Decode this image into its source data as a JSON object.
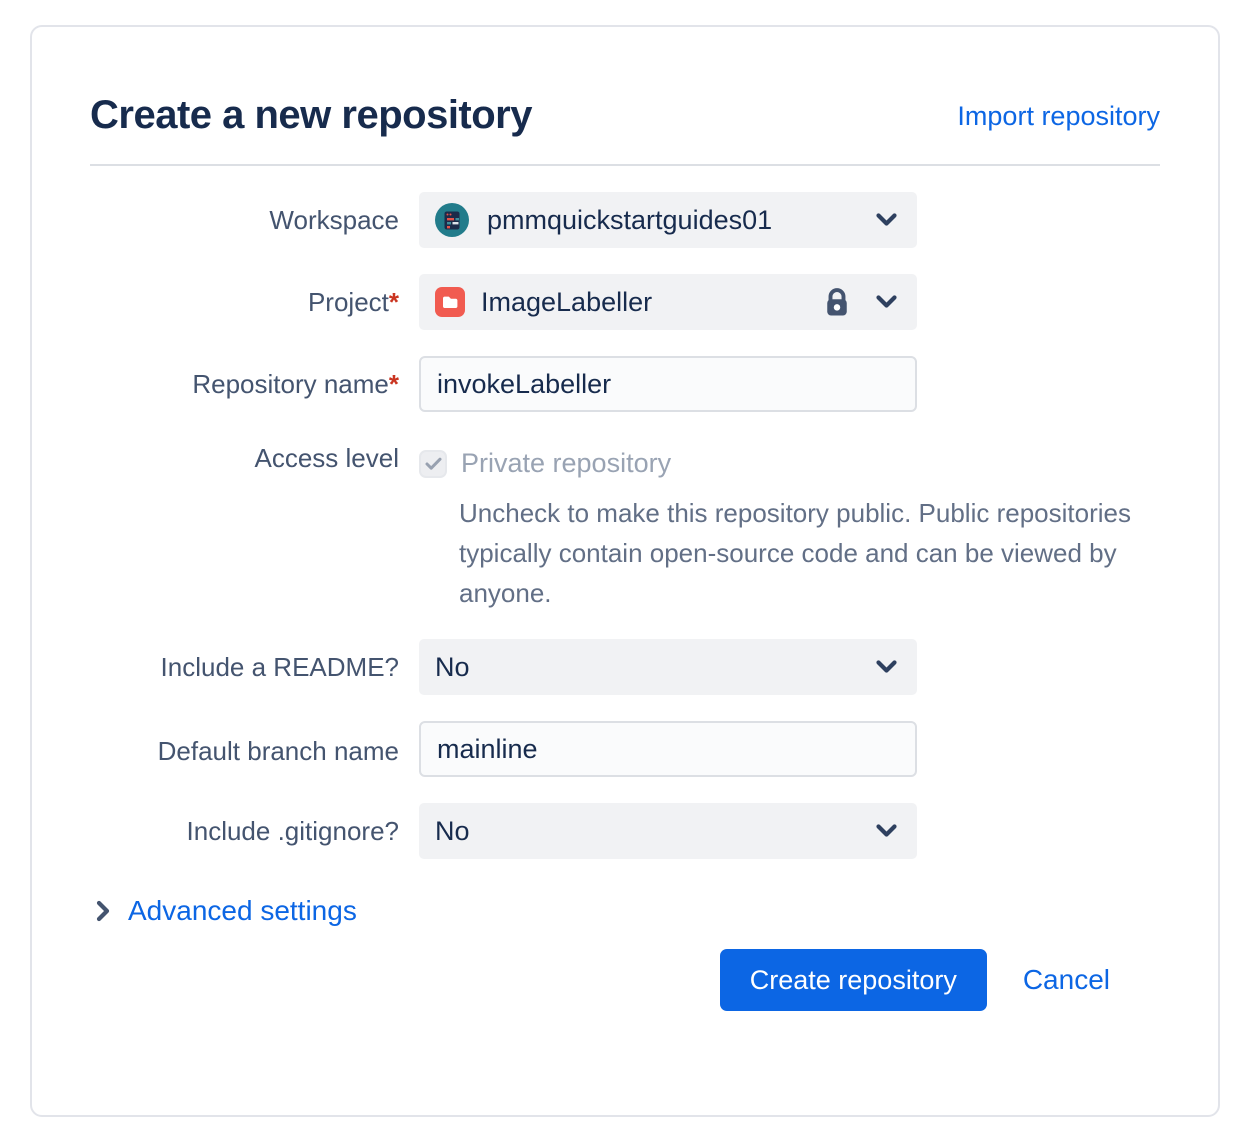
{
  "dialog": {
    "title": "Create a new repository",
    "import_link": "Import repository"
  },
  "form": {
    "workspace": {
      "label": "Workspace",
      "value": "pmmquickstartguides01"
    },
    "project": {
      "label": "Project",
      "required_mark": "*",
      "value": "ImageLabeller"
    },
    "repository_name": {
      "label": "Repository name",
      "required_mark": "*",
      "value": "invokeLabeller"
    },
    "access_level": {
      "label": "Access level",
      "checkbox_label": "Private repository",
      "checkbox_checked": true,
      "help": "Uncheck to make this repository public. Public repositories typically contain open-source code and can be viewed by anyone."
    },
    "include_readme": {
      "label": "Include a README?",
      "value": "No"
    },
    "default_branch": {
      "label": "Default branch name",
      "value": "mainline"
    },
    "include_gitignore": {
      "label": "Include .gitignore?",
      "value": "No"
    }
  },
  "advanced": {
    "label": "Advanced settings"
  },
  "actions": {
    "create_label": "Create repository",
    "cancel_label": "Cancel"
  },
  "icons": {
    "workspace_avatar": "workspace-avatar",
    "project_folder": "folder",
    "project_lock": "lock",
    "dropdown_chevron": "chevron-down",
    "checkbox_check": "check",
    "advanced_chevron": "chevron-right"
  },
  "colors": {
    "accent_blue": "#0C66E4",
    "title_navy": "#172B4D",
    "label_slate": "#44546F",
    "required_red": "#CA3521",
    "folder_red": "#F15B50",
    "avatar_teal": "#227C8B",
    "field_gray": "#F1F2F4",
    "border_gray": "#DCDFE4",
    "disabled_text": "#99A3B3",
    "help_text": "#626F86"
  }
}
